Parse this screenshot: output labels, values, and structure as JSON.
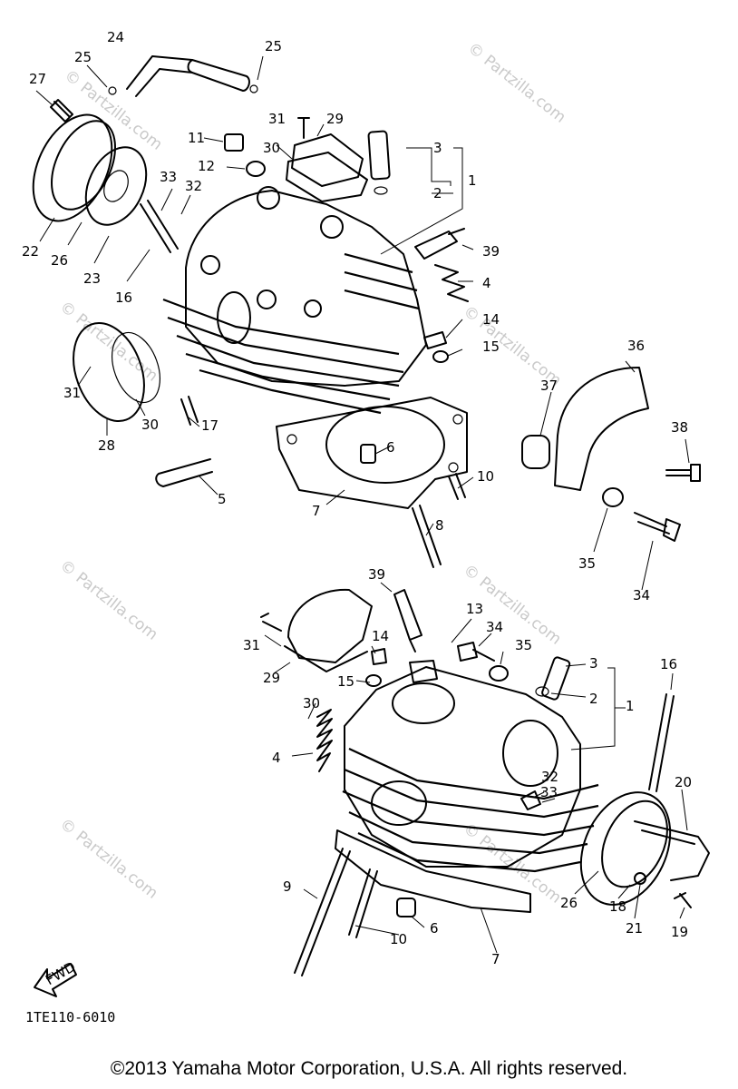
{
  "diagram": {
    "code": "1TE110-6010",
    "copyright": "©2013 Yamaha Motor Corporation, U.S.A. All rights reserved.",
    "watermark": "© Partzilla.com",
    "direction_label": "FWD"
  },
  "upper_callouts": [
    "24",
    "25",
    "25",
    "27",
    "31",
    "29",
    "11",
    "3",
    "30",
    "12",
    "2",
    "1",
    "33",
    "32",
    "39",
    "22",
    "26",
    "23",
    "16",
    "4",
    "14",
    "15",
    "36",
    "31",
    "30",
    "37",
    "17",
    "28",
    "38",
    "6",
    "10",
    "5",
    "7",
    "8",
    "35",
    "34"
  ],
  "lower_callouts": [
    "39",
    "13",
    "34",
    "35",
    "3",
    "31",
    "29",
    "14",
    "15",
    "30",
    "2",
    "1",
    "16",
    "4",
    "32",
    "33",
    "20",
    "9",
    "26",
    "18",
    "21",
    "19",
    "6",
    "10",
    "7"
  ]
}
